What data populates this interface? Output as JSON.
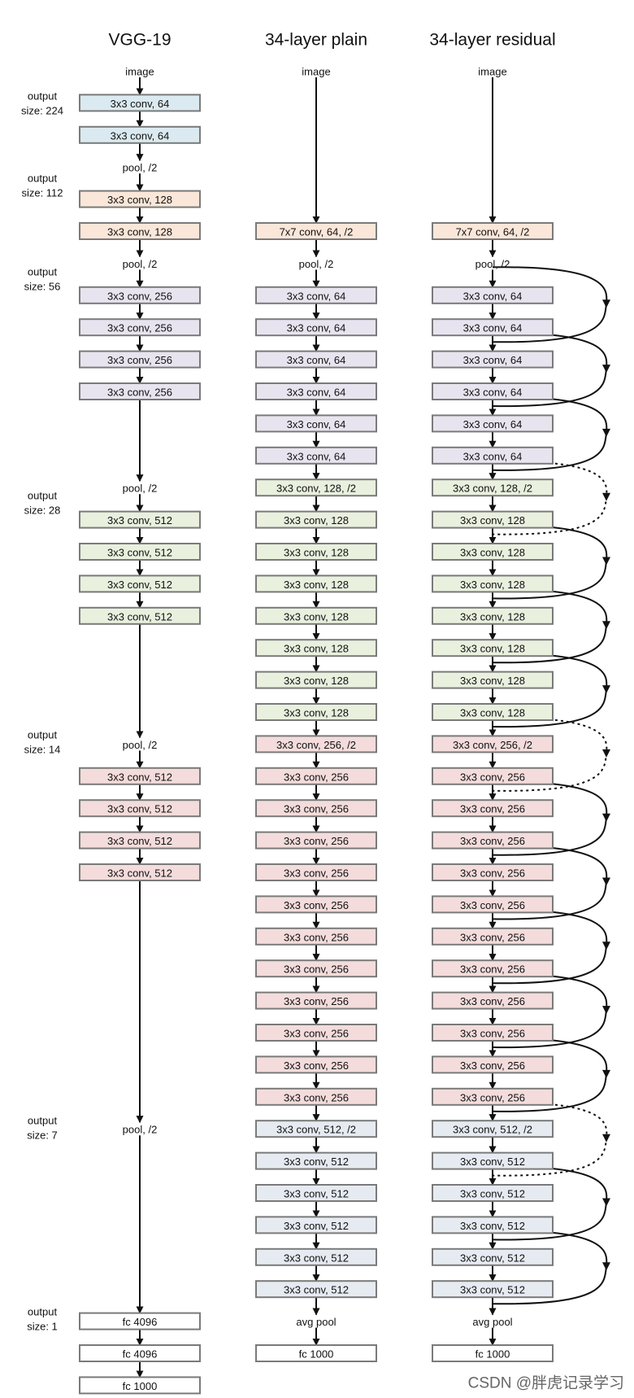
{
  "columns": [
    {
      "title": "VGG-19",
      "nodes": [
        {
          "kind": "text",
          "label": "image"
        },
        {
          "kind": "box",
          "label": "3x3 conv, 64",
          "color": "#dbeaf0"
        },
        {
          "kind": "box",
          "label": "3x3 conv, 64",
          "color": "#dbeaf0"
        },
        {
          "kind": "text",
          "label": "pool, /2"
        },
        {
          "kind": "box",
          "label": "3x3 conv, 128",
          "color": "#fbe7d9"
        },
        {
          "kind": "box",
          "label": "3x3 conv, 128",
          "color": "#fbe7d9"
        },
        {
          "kind": "text",
          "label": "pool, /2"
        },
        {
          "kind": "box",
          "label": "3x3 conv, 256",
          "color": "#e8e4ef"
        },
        {
          "kind": "box",
          "label": "3x3 conv, 256",
          "color": "#e8e4ef"
        },
        {
          "kind": "box",
          "label": "3x3 conv, 256",
          "color": "#e8e4ef"
        },
        {
          "kind": "box",
          "label": "3x3 conv, 256",
          "color": "#e8e4ef"
        },
        {
          "kind": "text",
          "label": "pool, /2"
        },
        {
          "kind": "box",
          "label": "3x3 conv, 512",
          "color": "#e9f0de"
        },
        {
          "kind": "box",
          "label": "3x3 conv, 512",
          "color": "#e9f0de"
        },
        {
          "kind": "box",
          "label": "3x3 conv, 512",
          "color": "#e9f0de"
        },
        {
          "kind": "box",
          "label": "3x3 conv, 512",
          "color": "#e9f0de"
        },
        {
          "kind": "text",
          "label": "pool, /2"
        },
        {
          "kind": "box",
          "label": "3x3 conv, 512",
          "color": "#f3dcdb"
        },
        {
          "kind": "box",
          "label": "3x3 conv, 512",
          "color": "#f3dcdb"
        },
        {
          "kind": "box",
          "label": "3x3 conv, 512",
          "color": "#f3dcdb"
        },
        {
          "kind": "box",
          "label": "3x3 conv, 512",
          "color": "#f3dcdb"
        },
        {
          "kind": "text",
          "label": "pool, /2"
        },
        {
          "kind": "box",
          "label": "fc 4096",
          "color": "#ffffff"
        },
        {
          "kind": "box",
          "label": "fc 4096",
          "color": "#ffffff"
        },
        {
          "kind": "box",
          "label": "fc 1000",
          "color": "#ffffff"
        }
      ]
    },
    {
      "title": "34-layer plain",
      "nodes": [
        {
          "kind": "text",
          "label": "image"
        },
        {
          "kind": "box",
          "label": "7x7 conv, 64, /2",
          "color": "#fbe7d9"
        },
        {
          "kind": "text",
          "label": "pool, /2"
        },
        {
          "kind": "box",
          "label": "3x3 conv, 64",
          "color": "#e8e4ef"
        },
        {
          "kind": "box",
          "label": "3x3 conv, 64",
          "color": "#e8e4ef"
        },
        {
          "kind": "box",
          "label": "3x3 conv, 64",
          "color": "#e8e4ef"
        },
        {
          "kind": "box",
          "label": "3x3 conv, 64",
          "color": "#e8e4ef"
        },
        {
          "kind": "box",
          "label": "3x3 conv, 64",
          "color": "#e8e4ef"
        },
        {
          "kind": "box",
          "label": "3x3 conv, 64",
          "color": "#e8e4ef"
        },
        {
          "kind": "box",
          "label": "3x3 conv, 128, /2",
          "color": "#e9f0de"
        },
        {
          "kind": "box",
          "label": "3x3 conv, 128",
          "color": "#e9f0de"
        },
        {
          "kind": "box",
          "label": "3x3 conv, 128",
          "color": "#e9f0de"
        },
        {
          "kind": "box",
          "label": "3x3 conv, 128",
          "color": "#e9f0de"
        },
        {
          "kind": "box",
          "label": "3x3 conv, 128",
          "color": "#e9f0de"
        },
        {
          "kind": "box",
          "label": "3x3 conv, 128",
          "color": "#e9f0de"
        },
        {
          "kind": "box",
          "label": "3x3 conv, 128",
          "color": "#e9f0de"
        },
        {
          "kind": "box",
          "label": "3x3 conv, 128",
          "color": "#e9f0de"
        },
        {
          "kind": "box",
          "label": "3x3 conv, 256, /2",
          "color": "#f3dcdb"
        },
        {
          "kind": "box",
          "label": "3x3 conv, 256",
          "color": "#f3dcdb"
        },
        {
          "kind": "box",
          "label": "3x3 conv, 256",
          "color": "#f3dcdb"
        },
        {
          "kind": "box",
          "label": "3x3 conv, 256",
          "color": "#f3dcdb"
        },
        {
          "kind": "box",
          "label": "3x3 conv, 256",
          "color": "#f3dcdb"
        },
        {
          "kind": "box",
          "label": "3x3 conv, 256",
          "color": "#f3dcdb"
        },
        {
          "kind": "box",
          "label": "3x3 conv, 256",
          "color": "#f3dcdb"
        },
        {
          "kind": "box",
          "label": "3x3 conv, 256",
          "color": "#f3dcdb"
        },
        {
          "kind": "box",
          "label": "3x3 conv, 256",
          "color": "#f3dcdb"
        },
        {
          "kind": "box",
          "label": "3x3 conv, 256",
          "color": "#f3dcdb"
        },
        {
          "kind": "box",
          "label": "3x3 conv, 256",
          "color": "#f3dcdb"
        },
        {
          "kind": "box",
          "label": "3x3 conv, 256",
          "color": "#f3dcdb"
        },
        {
          "kind": "box",
          "label": "3x3 conv, 512, /2",
          "color": "#e6ebf2"
        },
        {
          "kind": "box",
          "label": "3x3 conv, 512",
          "color": "#e6ebf2"
        },
        {
          "kind": "box",
          "label": "3x3 conv, 512",
          "color": "#e6ebf2"
        },
        {
          "kind": "box",
          "label": "3x3 conv, 512",
          "color": "#e6ebf2"
        },
        {
          "kind": "box",
          "label": "3x3 conv, 512",
          "color": "#e6ebf2"
        },
        {
          "kind": "box",
          "label": "3x3 conv, 512",
          "color": "#e6ebf2"
        },
        {
          "kind": "text",
          "label": "avg pool"
        },
        {
          "kind": "box",
          "label": "fc 1000",
          "color": "#ffffff"
        }
      ]
    },
    {
      "title": "34-layer residual",
      "nodes": [
        {
          "kind": "text",
          "label": "image"
        },
        {
          "kind": "box",
          "label": "7x7 conv, 64, /2",
          "color": "#fbe7d9"
        },
        {
          "kind": "text",
          "label": "pool, /2"
        },
        {
          "kind": "box",
          "label": "3x3 conv, 64",
          "color": "#e8e4ef"
        },
        {
          "kind": "box",
          "label": "3x3 conv, 64",
          "color": "#e8e4ef"
        },
        {
          "kind": "box",
          "label": "3x3 conv, 64",
          "color": "#e8e4ef"
        },
        {
          "kind": "box",
          "label": "3x3 conv, 64",
          "color": "#e8e4ef"
        },
        {
          "kind": "box",
          "label": "3x3 conv, 64",
          "color": "#e8e4ef"
        },
        {
          "kind": "box",
          "label": "3x3 conv, 64",
          "color": "#e8e4ef"
        },
        {
          "kind": "box",
          "label": "3x3 conv, 128, /2",
          "color": "#e9f0de"
        },
        {
          "kind": "box",
          "label": "3x3 conv, 128",
          "color": "#e9f0de"
        },
        {
          "kind": "box",
          "label": "3x3 conv, 128",
          "color": "#e9f0de"
        },
        {
          "kind": "box",
          "label": "3x3 conv, 128",
          "color": "#e9f0de"
        },
        {
          "kind": "box",
          "label": "3x3 conv, 128",
          "color": "#e9f0de"
        },
        {
          "kind": "box",
          "label": "3x3 conv, 128",
          "color": "#e9f0de"
        },
        {
          "kind": "box",
          "label": "3x3 conv, 128",
          "color": "#e9f0de"
        },
        {
          "kind": "box",
          "label": "3x3 conv, 128",
          "color": "#e9f0de"
        },
        {
          "kind": "box",
          "label": "3x3 conv, 256, /2",
          "color": "#f3dcdb"
        },
        {
          "kind": "box",
          "label": "3x3 conv, 256",
          "color": "#f3dcdb"
        },
        {
          "kind": "box",
          "label": "3x3 conv, 256",
          "color": "#f3dcdb"
        },
        {
          "kind": "box",
          "label": "3x3 conv, 256",
          "color": "#f3dcdb"
        },
        {
          "kind": "box",
          "label": "3x3 conv, 256",
          "color": "#f3dcdb"
        },
        {
          "kind": "box",
          "label": "3x3 conv, 256",
          "color": "#f3dcdb"
        },
        {
          "kind": "box",
          "label": "3x3 conv, 256",
          "color": "#f3dcdb"
        },
        {
          "kind": "box",
          "label": "3x3 conv, 256",
          "color": "#f3dcdb"
        },
        {
          "kind": "box",
          "label": "3x3 conv, 256",
          "color": "#f3dcdb"
        },
        {
          "kind": "box",
          "label": "3x3 conv, 256",
          "color": "#f3dcdb"
        },
        {
          "kind": "box",
          "label": "3x3 conv, 256",
          "color": "#f3dcdb"
        },
        {
          "kind": "box",
          "label": "3x3 conv, 256",
          "color": "#f3dcdb"
        },
        {
          "kind": "box",
          "label": "3x3 conv, 512, /2",
          "color": "#e6ebf2"
        },
        {
          "kind": "box",
          "label": "3x3 conv, 512",
          "color": "#e6ebf2"
        },
        {
          "kind": "box",
          "label": "3x3 conv, 512",
          "color": "#e6ebf2"
        },
        {
          "kind": "box",
          "label": "3x3 conv, 512",
          "color": "#e6ebf2"
        },
        {
          "kind": "box",
          "label": "3x3 conv, 512",
          "color": "#e6ebf2"
        },
        {
          "kind": "box",
          "label": "3x3 conv, 512",
          "color": "#e6ebf2"
        },
        {
          "kind": "text",
          "label": "avg pool"
        },
        {
          "kind": "box",
          "label": "fc 1000",
          "color": "#ffffff"
        }
      ],
      "shortcuts": [
        {
          "from": 2,
          "to": 4,
          "style": "solid"
        },
        {
          "from": 4,
          "to": 6,
          "style": "solid"
        },
        {
          "from": 6,
          "to": 8,
          "style": "solid"
        },
        {
          "from": 8,
          "to": 10,
          "style": "dotted"
        },
        {
          "from": 10,
          "to": 12,
          "style": "solid"
        },
        {
          "from": 12,
          "to": 14,
          "style": "solid"
        },
        {
          "from": 14,
          "to": 16,
          "style": "solid"
        },
        {
          "from": 16,
          "to": 18,
          "style": "dotted"
        },
        {
          "from": 18,
          "to": 20,
          "style": "solid"
        },
        {
          "from": 20,
          "to": 22,
          "style": "solid"
        },
        {
          "from": 22,
          "to": 24,
          "style": "solid"
        },
        {
          "from": 24,
          "to": 26,
          "style": "solid"
        },
        {
          "from": 26,
          "to": 28,
          "style": "solid"
        },
        {
          "from": 28,
          "to": 30,
          "style": "dotted"
        },
        {
          "from": 30,
          "to": 32,
          "style": "solid"
        },
        {
          "from": 32,
          "to": 34,
          "style": "solid"
        }
      ]
    }
  ],
  "output_sizes": [
    {
      "line1": "output",
      "line2": "size: 224"
    },
    {
      "line1": "output",
      "line2": "size: 112"
    },
    {
      "line1": "output",
      "line2": "size: 56"
    },
    {
      "line1": "output",
      "line2": "size: 28"
    },
    {
      "line1": "output",
      "line2": "size: 14"
    },
    {
      "line1": "output",
      "line2": "size: 7"
    },
    {
      "line1": "output",
      "line2": "size: 1"
    }
  ],
  "watermark": "CSDN @胖虎记录学习"
}
